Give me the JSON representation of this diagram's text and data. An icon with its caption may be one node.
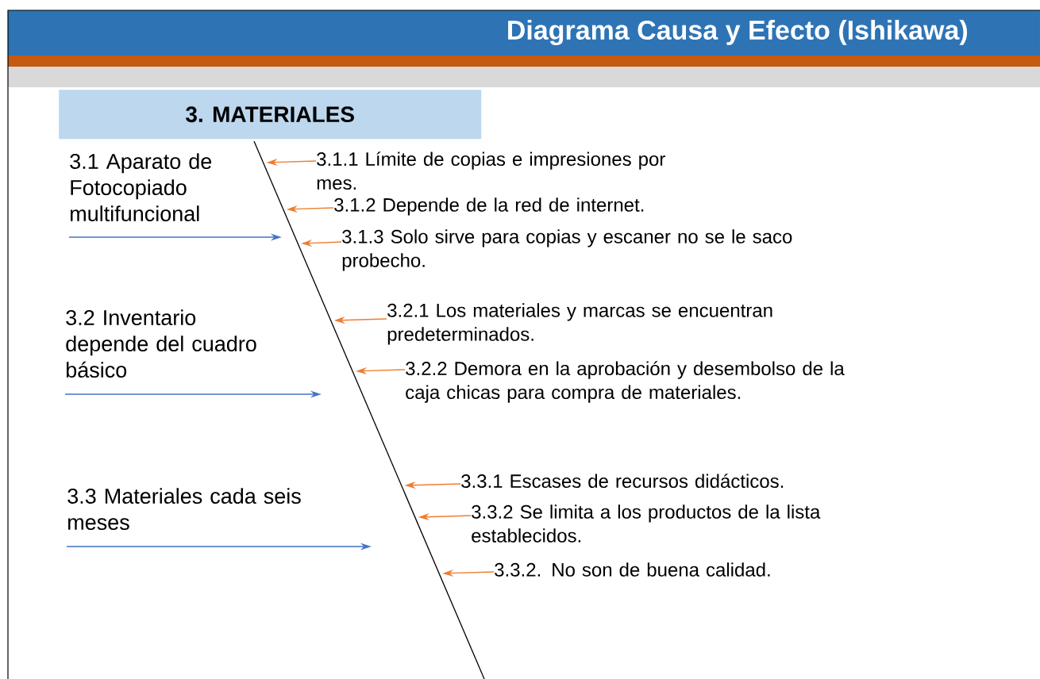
{
  "diagram": {
    "title": "Diagrama Causa y Efecto (Ishikawa)",
    "nodes": [
      {
        "text": [
          "3. MATERIALES"
        ]
      },
      {
        "text": [
          "3.1 Aparato de Fotocopiado multifuncional"
        ]
      },
      {
        "text": [
          "3.2 Inventario depende del cuadro básico"
        ]
      },
      {
        "text": [
          "3.3 Materiales cada seis meses"
        ]
      },
      {
        "text": [
          "3.1.1 Límite de copias e impresiones por mes."
        ]
      },
      {
        "text": [
          "3.1.2 Depende de la red de internet."
        ]
      },
      {
        "text": [
          "3.1.3 Solo sirve para copias y escaner no se le saco probecho."
        ]
      },
      {
        "text": [
          "3.2.1 Los materiales y marcas se encuentran predeterminados."
        ]
      },
      {
        "text": [
          "3.2.2 Demora en la aprobación y desembolso de la caja chicas para compra de materiales."
        ]
      },
      {
        "text": [
          "3.3.1 Escases de recursos didácticos."
        ]
      },
      {
        "text": [
          "3.3.2 Se limita a los productos de la lista establecidos."
        ]
      },
      {
        "text": [
          "3.3.2. No son de buena calidad."
        ]
      },
      {
        "text": [],
        "shape": "line"
      }
    ],
    "edges": [
      {
        "from": 1,
        "to": 12,
        "arrow": "to",
        "color": "#4472c4"
      },
      {
        "from": 2,
        "to": 12,
        "arrow": "to",
        "color": "#4472c4"
      },
      {
        "from": 3,
        "to": 12,
        "arrow": "to",
        "color": "#4472c4"
      },
      {
        "from": 4,
        "to": 12,
        "arrow": "to"
      },
      {
        "from": 5,
        "to": 12,
        "arrow": "to"
      },
      {
        "from": 6,
        "to": 12,
        "arrow": "to"
      },
      {
        "from": 7,
        "to": 12,
        "arrow": "to"
      },
      {
        "from": 8,
        "to": 12,
        "arrow": "to"
      },
      {
        "from": 9,
        "to": 12,
        "arrow": "to"
      },
      {
        "from": 10,
        "to": 12,
        "arrow": "to"
      },
      {
        "from": 11,
        "to": 12,
        "arrow": "to"
      }
    ]
  }
}
